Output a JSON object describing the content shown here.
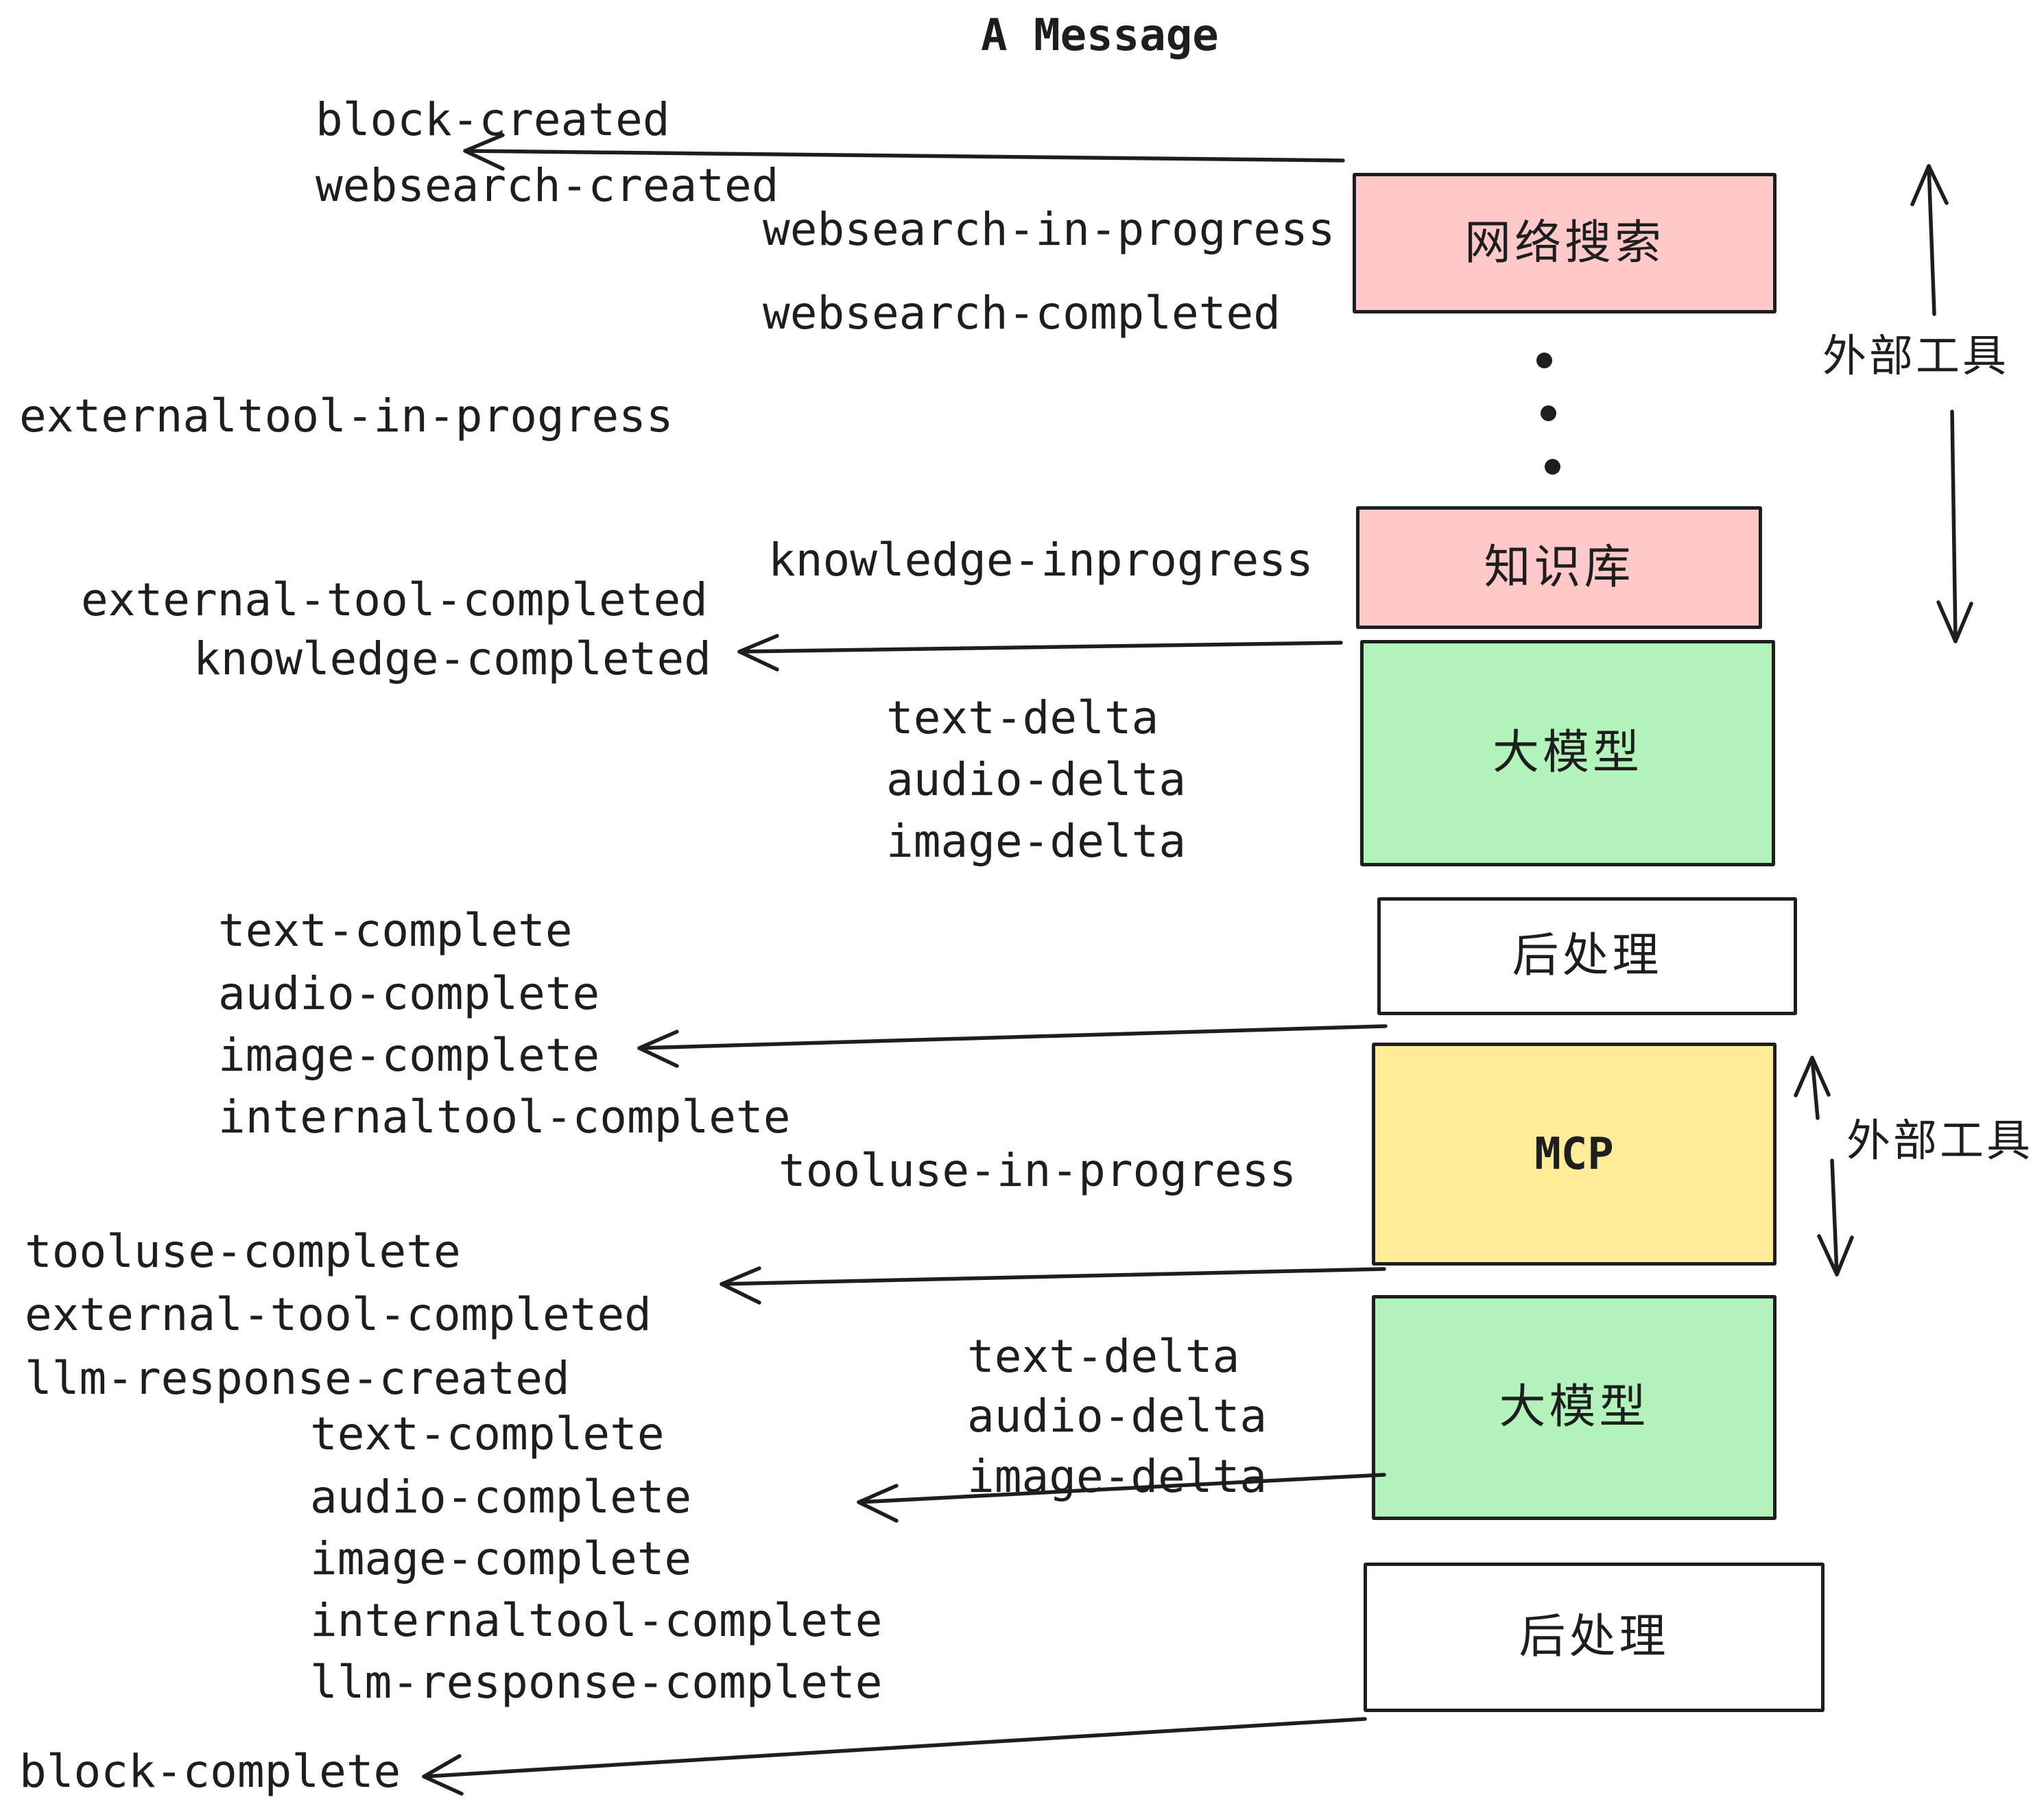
{
  "title": "A Message",
  "events": {
    "block_created": "block-created",
    "websearch_created": "websearch-created",
    "websearch_in_progress": "websearch-in-progress",
    "websearch_completed": "websearch-completed",
    "externaltool_in_progress": "externaltool-in-progress",
    "knowledge_inprogress": "knowledge-inprogress",
    "external_tool_completed": "external-tool-completed",
    "knowledge_completed": "knowledge-completed",
    "text_delta": "text-delta",
    "audio_delta": "audio-delta",
    "image_delta": "image-delta",
    "text_complete": "text-complete",
    "audio_complete": "audio-complete",
    "image_complete": "image-complete",
    "internaltool_complete": "internaltool-complete",
    "tooluse_in_progress": "tooluse-in-progress",
    "tooluse_complete": "tooluse-complete",
    "llm_response_created": "llm-response-created",
    "llm_response_complete": "llm-response-complete",
    "block_complete": "block-complete"
  },
  "nodes": {
    "websearch": {
      "label": "网络搜索",
      "fill": "#ffc9c9"
    },
    "knowledge": {
      "label": "知识库",
      "fill": "#ffc9c9"
    },
    "llm_top": {
      "label": "大模型",
      "fill": "#b2f2bb"
    },
    "post_top": {
      "label": "后处理",
      "fill": "#ffffff"
    },
    "mcp": {
      "label": "MCP",
      "fill": "#ffec99"
    },
    "llm_bottom": {
      "label": "大模型",
      "fill": "#b2f2bb"
    },
    "post_bottom": {
      "label": "后处理",
      "fill": "#ffffff"
    }
  },
  "side_labels": {
    "external_tools_upper": "外部工具",
    "external_tools_lower": "外部工具"
  },
  "colors": {
    "ink": "#1e1e1e",
    "background": "#ffffff",
    "node_pink": "#ffc9c9",
    "node_green": "#b2f2bb",
    "node_yellow": "#ffec99",
    "node_white": "#ffffff"
  }
}
